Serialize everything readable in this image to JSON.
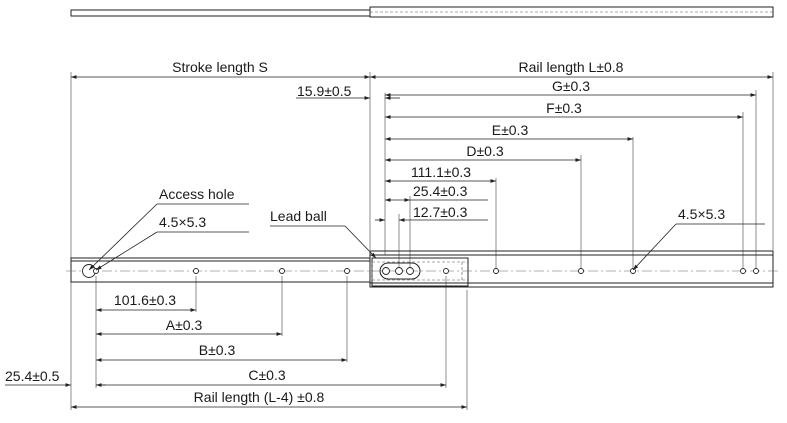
{
  "labels": {
    "stroke_length": "Stroke length S",
    "rail_length": "Rail length L±0.8",
    "offset_15_9": "15.9±0.5",
    "dim_g": "G±0.3",
    "dim_f": "F±0.3",
    "dim_e": "E±0.3",
    "dim_d": "D±0.3",
    "dim_111_1": "111.1±0.3",
    "dim_25_4_top": "25.4±0.3",
    "dim_12_7": "12.7±0.3",
    "access_hole": "Access hole",
    "hole_size_left": "4.5×5.3",
    "lead_ball": "Lead ball",
    "hole_size_right": "4.5×5.3",
    "dim_101_6": "101.6±0.3",
    "dim_a": "A±0.3",
    "dim_b": "B±0.3",
    "dim_c": "C±0.3",
    "offset_25_4": "25.4±0.5",
    "rail_length_l4": "Rail length (L-4) ±0.8"
  }
}
